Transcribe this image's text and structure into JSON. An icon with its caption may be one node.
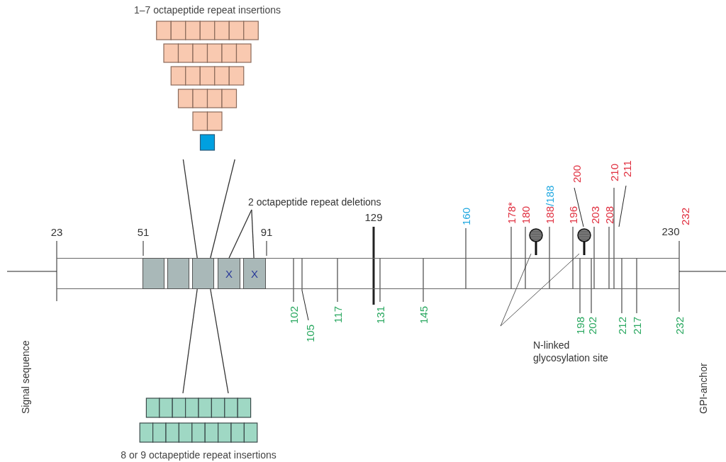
{
  "diagram": {
    "nodes": [
      {
        "text": [
          "1–7 octapeptide repeat insertions"
        ]
      },
      {
        "text": [],
        "shape": "bar"
      },
      {
        "text": [],
        "shape": "box",
        "in": 1
      },
      {
        "text": [],
        "shape": "box",
        "in": 1
      },
      {
        "text": [],
        "shape": "box",
        "in": 1
      },
      {
        "text": [
          "X"
        ],
        "in": 1
      },
      {
        "text": [
          "X"
        ],
        "in": 1
      },
      {
        "text": [
          "2 octapeptide repeat deletions"
        ]
      },
      {
        "text": [],
        "shape": "circle"
      },
      {
        "text": [],
        "shape": "circle"
      },
      {
        "text": [
          "N-linked glycosylation site"
        ]
      },
      {
        "text": [
          "8 or 9 octapeptide repeat insertions"
        ]
      }
    ],
    "edges": [
      {
        "from": 4,
        "to": 0,
        "arrow": "none"
      },
      {
        "from": 4,
        "to": 0,
        "arrow": "none"
      },
      {
        "from": 4,
        "to": 11,
        "arrow": "none"
      },
      {
        "from": 4,
        "to": 11,
        "arrow": "none"
      },
      {
        "from": 7,
        "to": 5,
        "arrow": "none"
      },
      {
        "from": 7,
        "to": 6,
        "arrow": "none"
      },
      {
        "from": 10,
        "to": 8,
        "arrow": "none"
      },
      {
        "from": 10,
        "to": 9,
        "arrow": "none"
      }
    ],
    "labels": [
      "23",
      "51",
      "91",
      "129",
      "160",
      "178*",
      "180",
      "188/188",
      "196",
      "200",
      "203",
      "208",
      "210",
      "211",
      "232",
      "230",
      "102",
      "105",
      "117",
      "131",
      "145",
      "198",
      "202",
      "212",
      "217",
      "232",
      "Signal sequence",
      "GPI-anchor"
    ]
  }
}
